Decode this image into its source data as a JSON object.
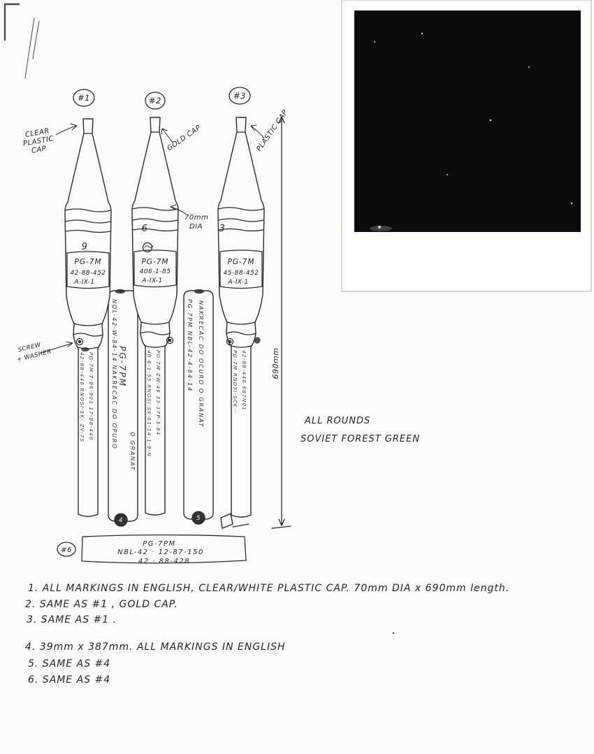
{
  "colors": {
    "paper": "#fcfbf7",
    "ink": "#2b2a27",
    "photo_black": "#0b0b0a"
  },
  "rockets": [
    {
      "tag": "#1",
      "cap_note": [
        "CLEAR",
        "PLASTIC",
        "CAP"
      ],
      "digit": "9",
      "panel": [
        "PG-7M",
        "42-88-452",
        "A-IX-1"
      ],
      "tail1": "42-88-446 RNOSI·SK· ZV-7S",
      "tail2": "PG-7M 7-86-901 17-88-446"
    },
    {
      "tag": "#2",
      "cap_note": "GOLD CAP",
      "digit": "6",
      "panel": [
        "PG-7M",
        "406-1-85",
        "A-IX-1"
      ],
      "tail1": "40 6-1-55 RNOSI·SK·61-14-1-9-N",
      "tail2": "PG-7M ZW-46 33-17P-3-84"
    },
    {
      "tag": "#3",
      "cap_note": "PLASTIC CAP",
      "digit": "3",
      "panel": [
        "PG-7M",
        "45-88-452",
        "A-IX-1"
      ],
      "tail1": "PG-7M RNOSI·SCK·-",
      "tail2": "42-88-446 687N01"
    }
  ],
  "boosters": [
    {
      "tag": "4",
      "text1": "NQL-42-W-84-14 NAKRECAC DO OPURO",
      "text2": "PG-7PM",
      "text3": "O GRANAT"
    },
    {
      "tag": "5",
      "text1": "PG-7PM NBL-42-4-84-14",
      "text2": "NAKRECAC DO OCURO O GRANAT"
    }
  ],
  "annotations": {
    "dia_line1": "70mm",
    "dia_line2": "DIA",
    "length": "690mm",
    "screw_line1": "SCREW",
    "screw_line2": "+ WASHER",
    "color_line1": "ALL ROUNDS",
    "color_line2": "SOVIET FOREST GREEN"
  },
  "bottom_box": {
    "tag": "#6",
    "line1": "PG-7PM",
    "line2": "NBL-42 · 12-87-150",
    "line3": "42 · 88-428"
  },
  "notes": [
    "1. ALL MARKINGS IN ENGLISH, CLEAR/WHITE PLASTIC CAP.  70mm DIA x 690mm length.",
    "2. SAME AS #1 , GOLD CAP.",
    "3. SAME AS #1 .",
    "4. 39mm x 387mm.  ALL MARKINGS IN ENGLISH",
    "5. SAME AS #4",
    "6. SAME AS #4"
  ]
}
